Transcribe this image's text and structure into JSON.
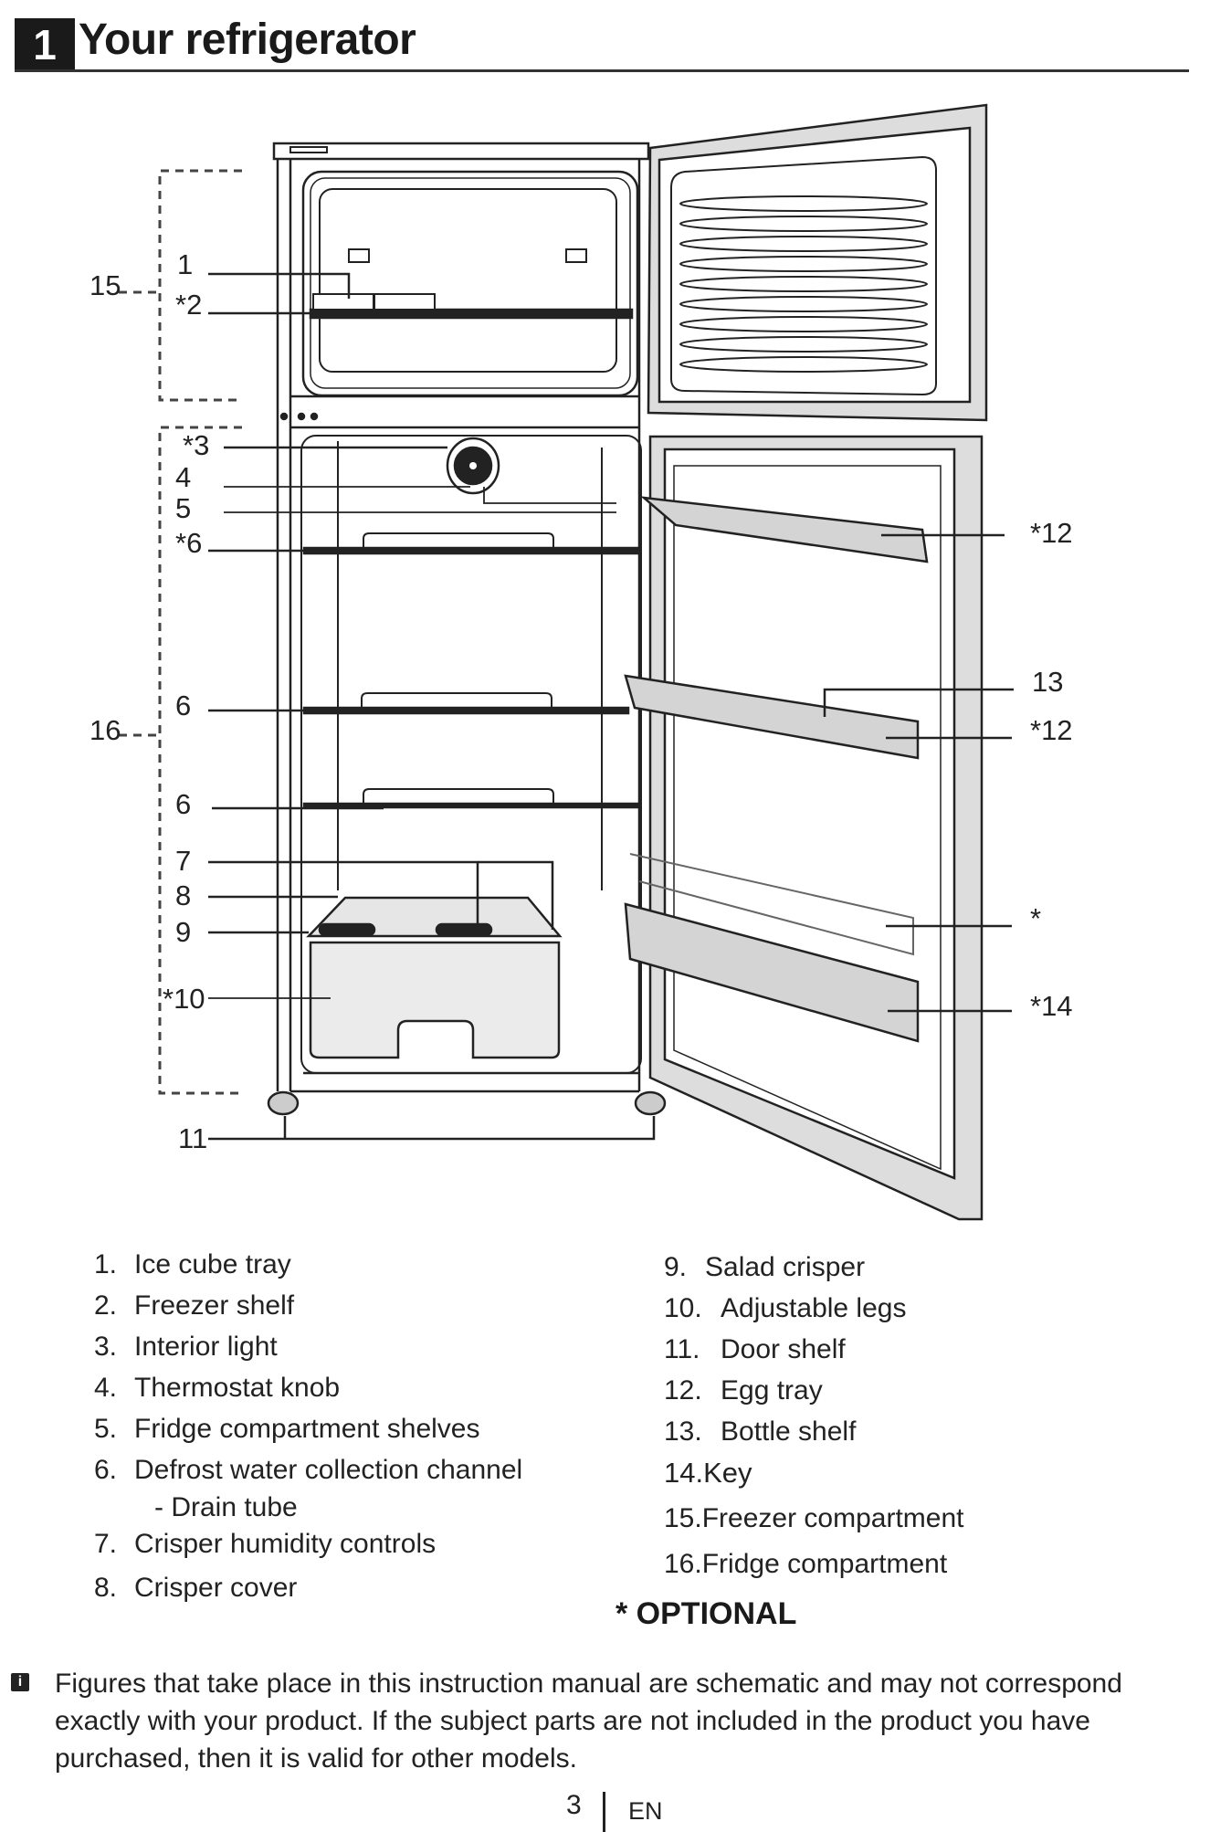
{
  "header": {
    "section_number": "1",
    "title": "Your refrigerator"
  },
  "diagram": {
    "callouts_left": [
      {
        "id": "c15",
        "text": "15"
      },
      {
        "id": "c1",
        "text": "1"
      },
      {
        "id": "c2",
        "text": "*2"
      },
      {
        "id": "c3",
        "text": "*3"
      },
      {
        "id": "c4",
        "text": "4"
      },
      {
        "id": "c5",
        "text": "5"
      },
      {
        "id": "c6a",
        "text": "*6"
      },
      {
        "id": "c16",
        "text": "16"
      },
      {
        "id": "c6b",
        "text": "6"
      },
      {
        "id": "c6c",
        "text": "6"
      },
      {
        "id": "c7",
        "text": "7"
      },
      {
        "id": "c8",
        "text": "8"
      },
      {
        "id": "c9",
        "text": "9"
      },
      {
        "id": "c10",
        "text": "*10"
      },
      {
        "id": "c11",
        "text": "11"
      }
    ],
    "callouts_right": [
      {
        "id": "c12a",
        "text": "*12"
      },
      {
        "id": "c13",
        "text": "13"
      },
      {
        "id": "c12b",
        "text": "*12"
      },
      {
        "id": "cstar",
        "text": "*"
      },
      {
        "id": "c14",
        "text": "*14"
      }
    ]
  },
  "legend": {
    "left": [
      {
        "num": "1.",
        "label": "Ice cube tray"
      },
      {
        "num": "2.",
        "label": "Freezer shelf"
      },
      {
        "num": "3.",
        "label": "Interior light"
      },
      {
        "num": "4.",
        "label": "Thermostat knob"
      },
      {
        "num": "5.",
        "label": "Fridge compartment shelves"
      },
      {
        "num": "6.",
        "label": "Defrost water collection channel"
      },
      {
        "num": "",
        "label": "- Drain tube"
      },
      {
        "num": "7.",
        "label": "Crisper humidity controls"
      },
      {
        "num": "8.",
        "label": "Crisper cover"
      }
    ],
    "right": [
      {
        "num": "9.",
        "label": "Salad crisper"
      },
      {
        "num": "10.",
        "label": "Adjustable legs"
      },
      {
        "num": "11.",
        "label": "Door shelf"
      },
      {
        "num": "12.",
        "label": "Egg tray"
      },
      {
        "num": "13.",
        "label": "Bottle shelf"
      },
      {
        "num": "14.",
        "label": "Key"
      },
      {
        "num": "15.",
        "label": "Freezer compartment"
      },
      {
        "num": "16.",
        "label": "Fridge compartment"
      }
    ],
    "optional_note": "* OPTIONAL"
  },
  "note": {
    "icon": "info-icon",
    "text": "Figures that take place in this instruction manual are schematic and may not correspond exactly with your product. If the subject parts are not included in the product you have purchased, then it is valid for other models."
  },
  "footer": {
    "page_number": "3",
    "language": "EN"
  }
}
